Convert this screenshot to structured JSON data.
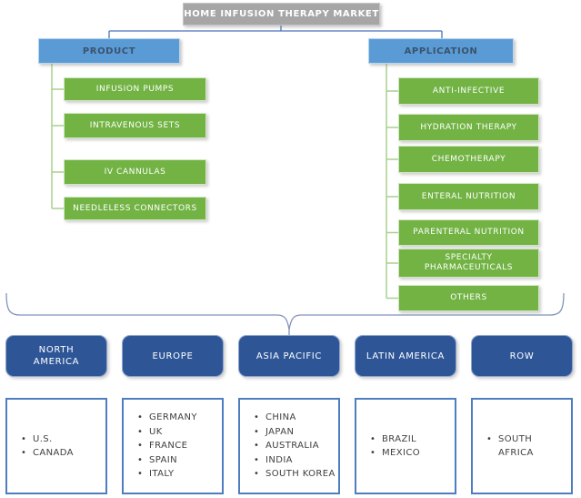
{
  "title": "HOME INFUSION THERAPY MARKET",
  "branches": [
    {
      "label": "PRODUCT",
      "children": [
        "INFUSION PUMPS",
        "INTRAVENOUS SETS",
        "IV CANNULAS",
        "NEEDLELESS CONNECTORS"
      ]
    },
    {
      "label": "APPLICATION",
      "children": [
        "ANTI-INFECTIVE",
        "HYDRATION THERAPY",
        "CHEMOTHERAPY",
        "ENTERAL NUTRITION",
        "PARENTERAL NUTRITION",
        "SPECIALTY PHARMACEUTICALS",
        "OTHERS"
      ]
    }
  ],
  "regions": [
    {
      "label": "NORTH AMERICA",
      "countries": [
        "U.S.",
        "CANADA"
      ]
    },
    {
      "label": "EUROPE",
      "countries": [
        "GERMANY",
        "UK",
        "FRANCE",
        "SPAIN",
        "ITALY"
      ]
    },
    {
      "label": "ASIA PACIFIC",
      "countries": [
        "CHINA",
        "JAPAN",
        "AUSTRALIA",
        "INDIA",
        "SOUTH KOREA"
      ]
    },
    {
      "label": "LATIN AMERICA",
      "countries": [
        "BRAZIL",
        "MEXICO"
      ]
    },
    {
      "label": "ROW",
      "countries": [
        "SOUTH AFRICA"
      ]
    }
  ],
  "colors": {
    "title_fill": "#a6a6a6",
    "branch_fill": "#5b9bd5",
    "segment_fill": "#72b344",
    "region_fill": "#2e5697",
    "list_border": "#4e7dc0",
    "blue_connector": "#4a74bd",
    "green_connector": "#a9d18e",
    "brace": "#8193bc"
  }
}
